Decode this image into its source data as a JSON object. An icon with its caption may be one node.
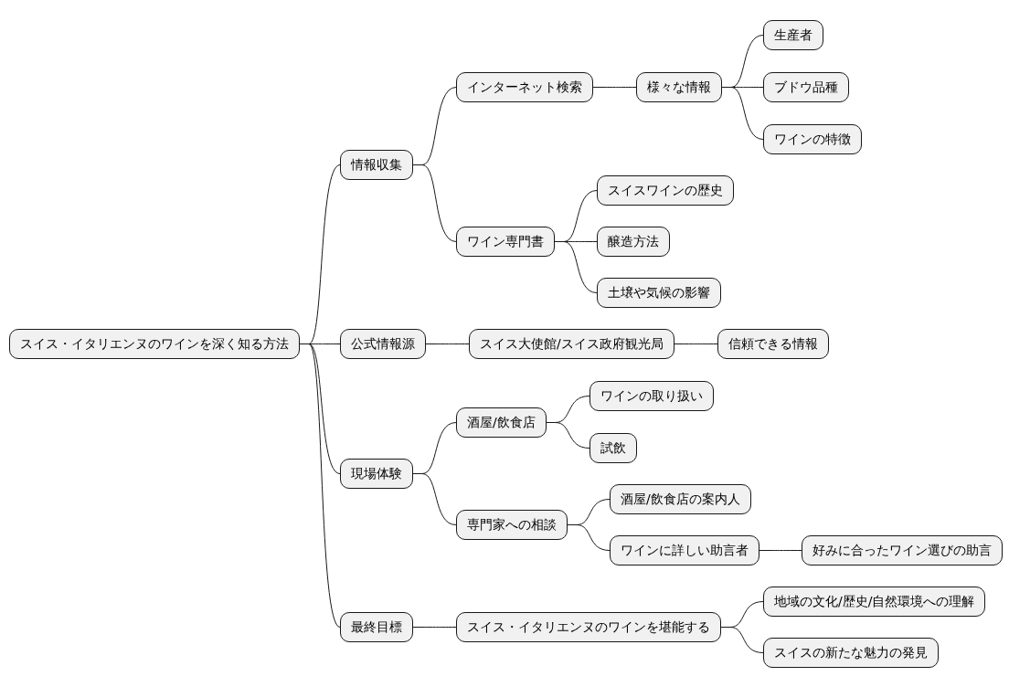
{
  "diagram": {
    "nodes": [
      {
        "text": [
          "スイス・イタリエンヌのワインを深く知る方法"
        ]
      },
      {
        "text": [
          "情報収集"
        ]
      },
      {
        "text": [
          "インターネット検索"
        ]
      },
      {
        "text": [
          "様々な情報"
        ]
      },
      {
        "text": [
          "生産者"
        ]
      },
      {
        "text": [
          "ブドウ品種"
        ]
      },
      {
        "text": [
          "ワインの特徴"
        ]
      },
      {
        "text": [
          "ワイン専門書"
        ]
      },
      {
        "text": [
          "スイスワインの歴史"
        ]
      },
      {
        "text": [
          "醸造方法"
        ]
      },
      {
        "text": [
          "土壌や気候の影響"
        ]
      },
      {
        "text": [
          "公式情報源"
        ]
      },
      {
        "text": [
          "スイス大使館/スイス政府観光局"
        ]
      },
      {
        "text": [
          "信頼できる情報"
        ]
      },
      {
        "text": [
          "現場体験"
        ]
      },
      {
        "text": [
          "酒屋/飲食店"
        ]
      },
      {
        "text": [
          "ワインの取り扱い"
        ]
      },
      {
        "text": [
          "試飲"
        ]
      },
      {
        "text": [
          "専門家への相談"
        ]
      },
      {
        "text": [
          "酒屋/飲食店の案内人"
        ]
      },
      {
        "text": [
          "ワインに詳しい助言者"
        ]
      },
      {
        "text": [
          "好みに合ったワイン選びの助言"
        ]
      },
      {
        "text": [
          "最終目標"
        ]
      },
      {
        "text": [
          "スイス・イタリエンヌのワインを堪能する"
        ]
      },
      {
        "text": [
          "地域の文化/歴史/自然環境への理解"
        ]
      },
      {
        "text": [
          "スイスの新たな魅力の発見"
        ]
      }
    ],
    "edges": [
      {
        "from": 0,
        "to": 1,
        "arrow": "none"
      },
      {
        "from": 1,
        "to": 2,
        "arrow": "none"
      },
      {
        "from": 2,
        "to": 3,
        "arrow": "none"
      },
      {
        "from": 3,
        "to": 4,
        "arrow": "none"
      },
      {
        "from": 3,
        "to": 5,
        "arrow": "none"
      },
      {
        "from": 3,
        "to": 6,
        "arrow": "none"
      },
      {
        "from": 1,
        "to": 7,
        "arrow": "none"
      },
      {
        "from": 7,
        "to": 8,
        "arrow": "none"
      },
      {
        "from": 7,
        "to": 9,
        "arrow": "none"
      },
      {
        "from": 7,
        "to": 10,
        "arrow": "none"
      },
      {
        "from": 0,
        "to": 11,
        "arrow": "none"
      },
      {
        "from": 11,
        "to": 12,
        "arrow": "none"
      },
      {
        "from": 12,
        "to": 13,
        "arrow": "none"
      },
      {
        "from": 0,
        "to": 14,
        "arrow": "none"
      },
      {
        "from": 14,
        "to": 15,
        "arrow": "none"
      },
      {
        "from": 15,
        "to": 16,
        "arrow": "none"
      },
      {
        "from": 15,
        "to": 17,
        "arrow": "none"
      },
      {
        "from": 14,
        "to": 18,
        "arrow": "none"
      },
      {
        "from": 18,
        "to": 19,
        "arrow": "none"
      },
      {
        "from": 18,
        "to": 20,
        "arrow": "none"
      },
      {
        "from": 20,
        "to": 21,
        "arrow": "none"
      },
      {
        "from": 0,
        "to": 22,
        "arrow": "none"
      },
      {
        "from": 22,
        "to": 23,
        "arrow": "none"
      },
      {
        "from": 23,
        "to": 24,
        "arrow": "none"
      },
      {
        "from": 23,
        "to": 25,
        "arrow": "none"
      }
    ]
  }
}
